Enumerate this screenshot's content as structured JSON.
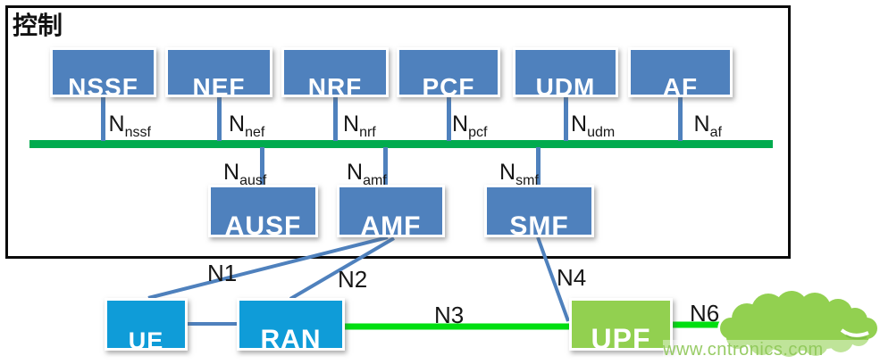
{
  "control_region": {
    "label": "控制"
  },
  "control_plane_nodes": [
    {
      "id": "nssf",
      "label": "NSSF",
      "interface": {
        "base": "N",
        "sub": "nssf"
      }
    },
    {
      "id": "nef",
      "label": "NEF",
      "interface": {
        "base": "N",
        "sub": "nef"
      }
    },
    {
      "id": "nrf",
      "label": "NRF",
      "interface": {
        "base": "N",
        "sub": "nrf"
      }
    },
    {
      "id": "pcf",
      "label": "PCF",
      "interface": {
        "base": "N",
        "sub": "pcf"
      }
    },
    {
      "id": "udm",
      "label": "UDM",
      "interface": {
        "base": "N",
        "sub": "udm"
      }
    },
    {
      "id": "af",
      "label": "AF",
      "interface": {
        "base": "N",
        "sub": "af"
      }
    }
  ],
  "service_nodes": [
    {
      "id": "ausf",
      "label": "AUSF",
      "interface": {
        "base": "N",
        "sub": "ausf"
      }
    },
    {
      "id": "amf",
      "label": "AMF",
      "interface": {
        "base": "N",
        "sub": "amf"
      }
    },
    {
      "id": "smf",
      "label": "SMF",
      "interface": {
        "base": "N",
        "sub": "smf"
      }
    }
  ],
  "user_plane_nodes": [
    {
      "id": "ue",
      "label": "UE"
    },
    {
      "id": "ran",
      "label": "RAN"
    },
    {
      "id": "upf",
      "label": "UPF"
    }
  ],
  "links": [
    {
      "id": "n1",
      "from": "ue",
      "to": "amf",
      "label": "N1"
    },
    {
      "id": "n2",
      "from": "ran",
      "to": "amf",
      "label": "N2"
    },
    {
      "id": "n3",
      "from": "ran",
      "to": "upf",
      "label": "N3"
    },
    {
      "id": "n4",
      "from": "smf",
      "to": "upf",
      "label": "N4"
    },
    {
      "id": "n6",
      "from": "upf",
      "to": "dn-cloud",
      "label": "N6"
    },
    {
      "id": "ue-ran",
      "from": "ue",
      "to": "ran",
      "label": ""
    }
  ],
  "watermark": "www.cntronics.com",
  "colors": {
    "nf_box_blue": "#4f81bd",
    "access_box_blue": "#0f9cd8",
    "upf_green": "#92d050",
    "cloud_green": "#92d050",
    "bus_green": "#00ab4e",
    "bright_link_green": "#00df10",
    "link_blue": "#4f81bd",
    "text_black": "#161616"
  }
}
